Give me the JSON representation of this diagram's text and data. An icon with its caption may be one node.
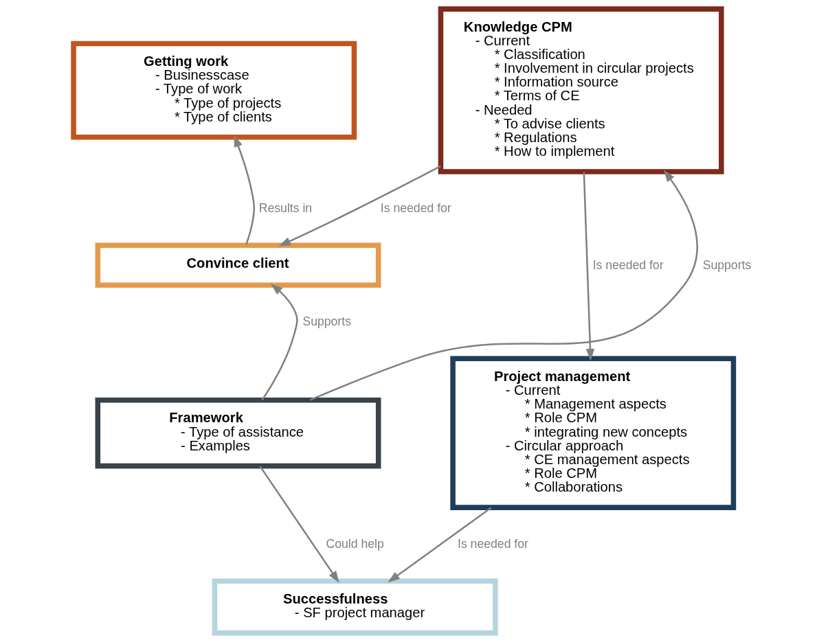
{
  "diagram": {
    "nodes": [
      {
        "text": [
          "Getting work",
          "- Businesscase",
          "- Type of work",
          "* Type of projects",
          "* Type of clients"
        ]
      },
      {
        "text": [
          "Knowledge CPM",
          "- Current",
          "* Classification",
          "* Involvement in circular projects",
          "* Information source",
          "* Terms of CE",
          "- Needed",
          "* To advise clients",
          "* Regulations",
          "* How to implement"
        ]
      },
      {
        "text": [
          "Convince client"
        ]
      },
      {
        "text": [
          "Framework",
          "- Type of assistance",
          "- Examples"
        ]
      },
      {
        "text": [
          "Project management",
          "- Current",
          "* Management aspects",
          "* Role CPM",
          "* integrating new concepts",
          "- Circular approach",
          "* CE management aspects",
          "* Role CPM",
          "* Collaborations"
        ]
      },
      {
        "text": [
          "Successfulness",
          "- SF project manager"
        ]
      }
    ],
    "edges": [
      {
        "from": 2,
        "to": 0,
        "arrow": "to",
        "label": "Results in"
      },
      {
        "from": 1,
        "to": 2,
        "arrow": "to",
        "label": "Is needed for"
      },
      {
        "from": 3,
        "to": 2,
        "arrow": "to",
        "label": "Supports"
      },
      {
        "from": 3,
        "to": 1,
        "arrow": "to",
        "label": "Supports"
      },
      {
        "from": 1,
        "to": 4,
        "arrow": "to",
        "label": "Is needed for"
      },
      {
        "from": 3,
        "to": 5,
        "arrow": "to",
        "label": "Could help"
      },
      {
        "from": 4,
        "to": 5,
        "arrow": "to",
        "label": "Is needed for"
      }
    ]
  }
}
